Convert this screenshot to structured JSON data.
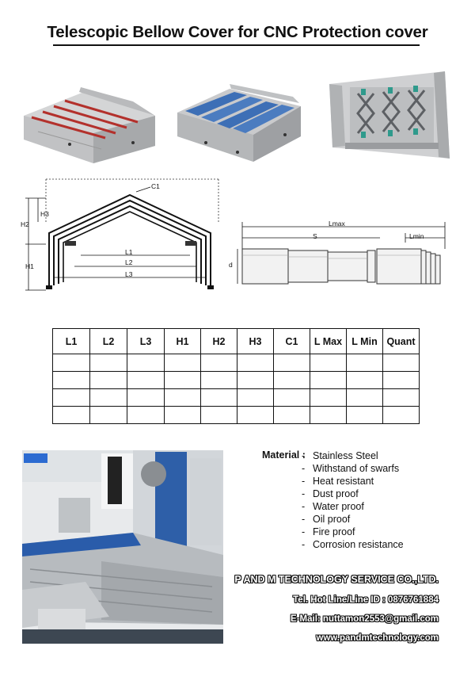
{
  "title": "Telescopic Bellow Cover for CNC Protection cover",
  "diagram_labels": {
    "c1": "C1",
    "h3": "H3",
    "h2": "H2",
    "h1": "H1",
    "l1": "L1",
    "l2": "L2",
    "l3": "L3",
    "lmax": "Lmax",
    "s": "S",
    "lmin": "Lmin",
    "d": "d"
  },
  "table": {
    "headers": [
      "L1",
      "L2",
      "L3",
      "H1",
      "H2",
      "H3",
      "C1",
      "L Max",
      "L Min",
      "Quant"
    ],
    "empty_rows": 4
  },
  "materials": {
    "label": "Material :",
    "items": [
      "Stainless Steel",
      "Withstand of swarfs",
      "Heat resistant",
      "Dust proof",
      "Water proof",
      "Oil proof",
      "Fire proof",
      "Corrosion resistance"
    ]
  },
  "contact": {
    "company": "P AND M TECHNOLOGY SERVICE CO.,LTD.",
    "hotline": "Tel. Hot Line/Line ID : 0876761884",
    "email": "E-Mail: nuttamon2553@gmail.com",
    "website": "www.pandmtechnology.com"
  },
  "colors": {
    "accent_red": "#b3312c",
    "accent_blue": "#3d6fb6",
    "steel": "#c9cacc"
  }
}
